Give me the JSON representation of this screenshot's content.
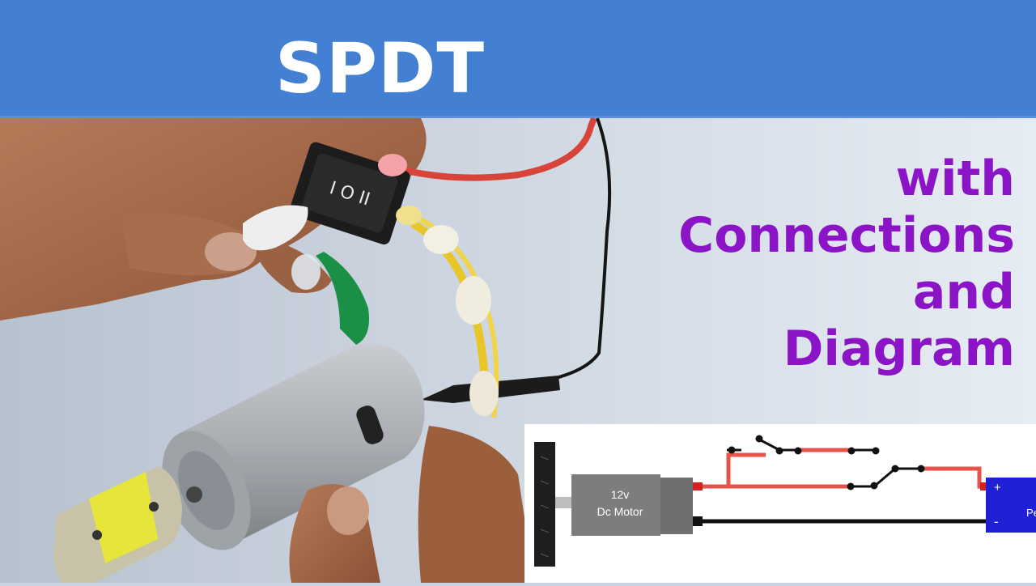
{
  "banner": {
    "title": "SPDT switch"
  },
  "subtitle": {
    "lines": [
      "with",
      "Connections",
      "and",
      "Diagram"
    ]
  },
  "switch_marks": {
    "label": "I O II"
  },
  "diagram": {
    "motor_label_1": "12v",
    "motor_label_2": "Dc Motor",
    "battery_plus": "+",
    "battery_minus": "-",
    "battery_label": "Pe"
  },
  "colors": {
    "banner": "#437fd3",
    "subtitle": "#8a14c6",
    "wire_red": "#e5534b",
    "wire_black": "#111111",
    "battery": "#1f1fd6",
    "motor": "#7d7d7d"
  }
}
